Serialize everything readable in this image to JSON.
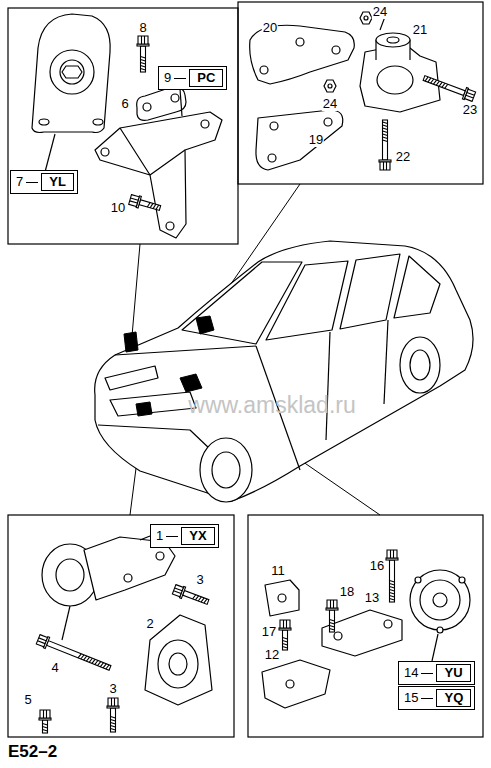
{
  "diagram": {
    "caption": "E52–2",
    "nodes": [
      {
        "text": [
          "9",
          "PC"
        ]
      },
      {
        "text": [
          "7",
          "YL"
        ]
      },
      {
        "text": [
          "1",
          "YX"
        ]
      },
      {
        "text": [
          "14",
          "YU"
        ]
      },
      {
        "text": [
          "15",
          "YQ"
        ]
      }
    ],
    "labels": [
      "8",
      "6",
      "10",
      "20",
      "24",
      "21",
      "23",
      "24",
      "19",
      "22",
      "www.amsklad.ru",
      "3",
      "2",
      "4",
      "3",
      "5",
      "11",
      "16",
      "18",
      "13",
      "17",
      "12"
    ]
  }
}
